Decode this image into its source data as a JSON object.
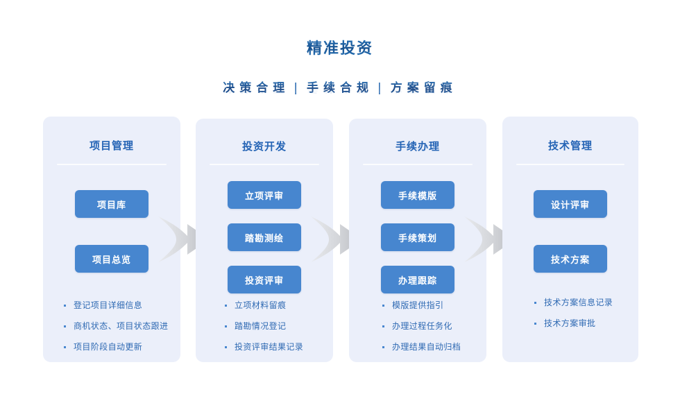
{
  "header": {
    "title": "精准投资",
    "subtitle_parts": [
      "决策合理",
      "手续合规",
      "方案留痕"
    ],
    "subtitle_separator": "|",
    "title_color": "#1a5fa8",
    "subtitle_color": "#1d5ea6"
  },
  "theme": {
    "panel_bg": "#ebeffa",
    "button_bg": "#4786cf",
    "button_text": "#ffffff",
    "heading_color": "#2564b5",
    "bullet_text_color": "#2f6ab3",
    "arrow_color": "#c9cbcf",
    "page_bg": "#ffffff"
  },
  "panels": [
    {
      "id": "project-management",
      "heading": "项目管理",
      "buttons": [
        "项目库",
        "项目总览"
      ],
      "bullets": [
        "登记项目详细信息",
        "商机状态、项目状态跟进",
        "项目阶段自动更新"
      ]
    },
    {
      "id": "investment-development",
      "heading": "投资开发",
      "buttons": [
        "立项评审",
        "踏勘测绘",
        "投资评审"
      ],
      "bullets": [
        "立项材料留痕",
        "踏勘情况登记",
        "投资评审结果记录"
      ]
    },
    {
      "id": "procedure-handling",
      "heading": "手续办理",
      "buttons": [
        "手续模版",
        "手续策划",
        "办理跟踪"
      ],
      "bullets": [
        "模版提供指引",
        "办理过程任务化",
        "办理结果自动归档"
      ]
    },
    {
      "id": "technical-management",
      "heading": "技术管理",
      "buttons": [
        "设计评审",
        "技术方案"
      ],
      "bullets": [
        "技术方案信息记录",
        "技术方案审批"
      ]
    }
  ],
  "arrows": [
    {
      "name": "arrow-1",
      "icon": "arrow-right-icon"
    },
    {
      "name": "arrow-2",
      "icon": "arrow-right-icon"
    },
    {
      "name": "arrow-3",
      "icon": "arrow-right-icon"
    }
  ]
}
